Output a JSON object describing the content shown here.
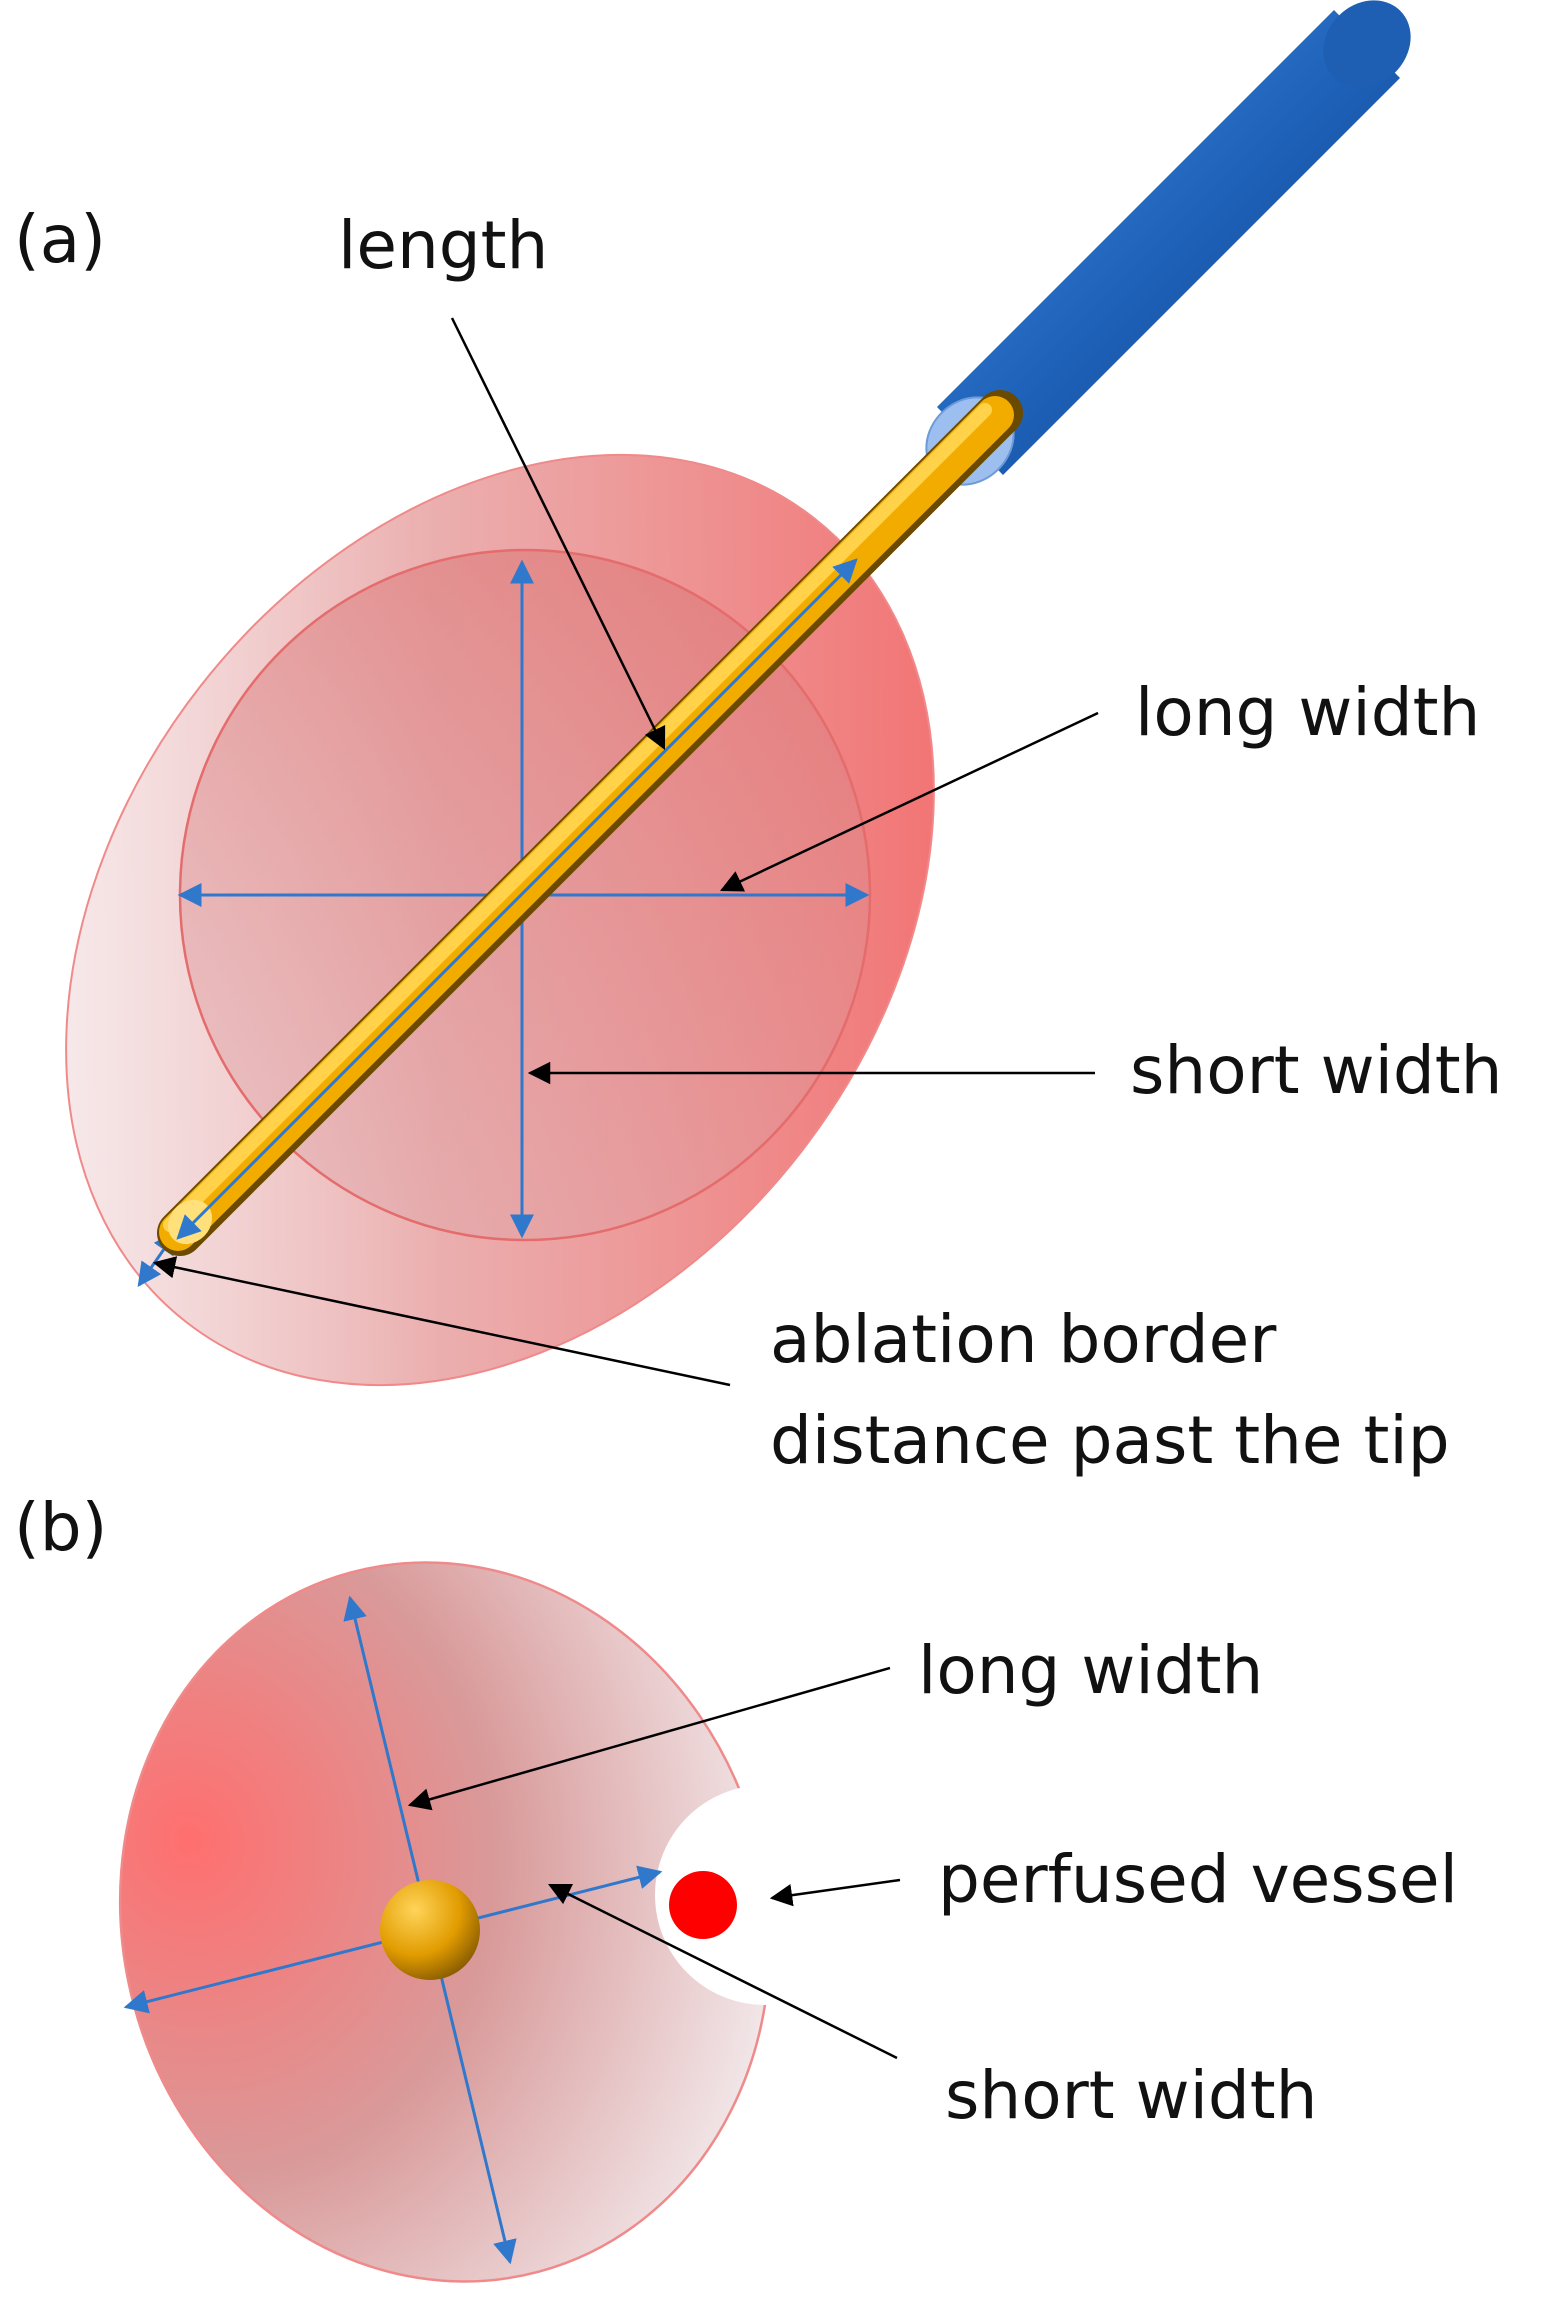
{
  "panel_a": {
    "tag": "(a)",
    "labels": {
      "length": "length",
      "long_width": "long width",
      "short_width": "short width",
      "border_line1": "ablation border",
      "border_line2": "distance past the tip"
    }
  },
  "panel_b": {
    "tag": "(b)",
    "labels": {
      "long_width": "long width",
      "vessel": "perfused vessel",
      "short_width": "short width"
    }
  },
  "colors": {
    "ablation_zone": "#f47a7a",
    "needle": "#f5b300",
    "catheter": "#1e62ba",
    "measure_arrow": "#2f78cc",
    "leader": "#000000",
    "vessel": "#ff0000"
  }
}
